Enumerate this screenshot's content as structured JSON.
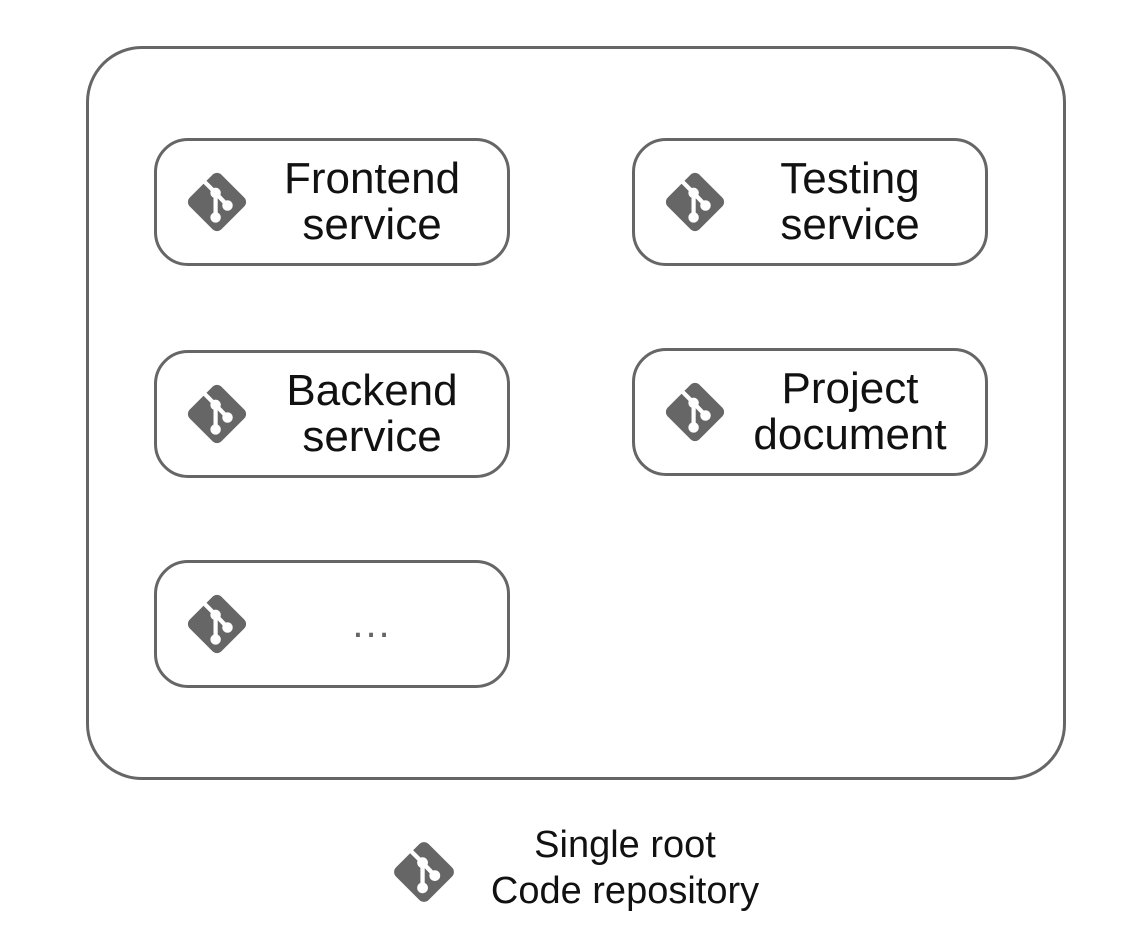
{
  "repository": {
    "legend": {
      "line1": "Single root",
      "line2": "Code repository",
      "icon": "git-icon"
    },
    "services": [
      {
        "line1": "Frontend",
        "line2": "service",
        "icon": "git-icon"
      },
      {
        "line1": "Testing",
        "line2": "service",
        "icon": "git-icon"
      },
      {
        "line1": "Backend",
        "line2": "service",
        "icon": "git-icon"
      },
      {
        "line1": "Project",
        "line2": "document",
        "icon": "git-icon"
      },
      {
        "label": "...",
        "icon": "git-icon"
      }
    ]
  },
  "colors": {
    "border": "#666666",
    "icon": "#666666",
    "text": "#111111"
  }
}
